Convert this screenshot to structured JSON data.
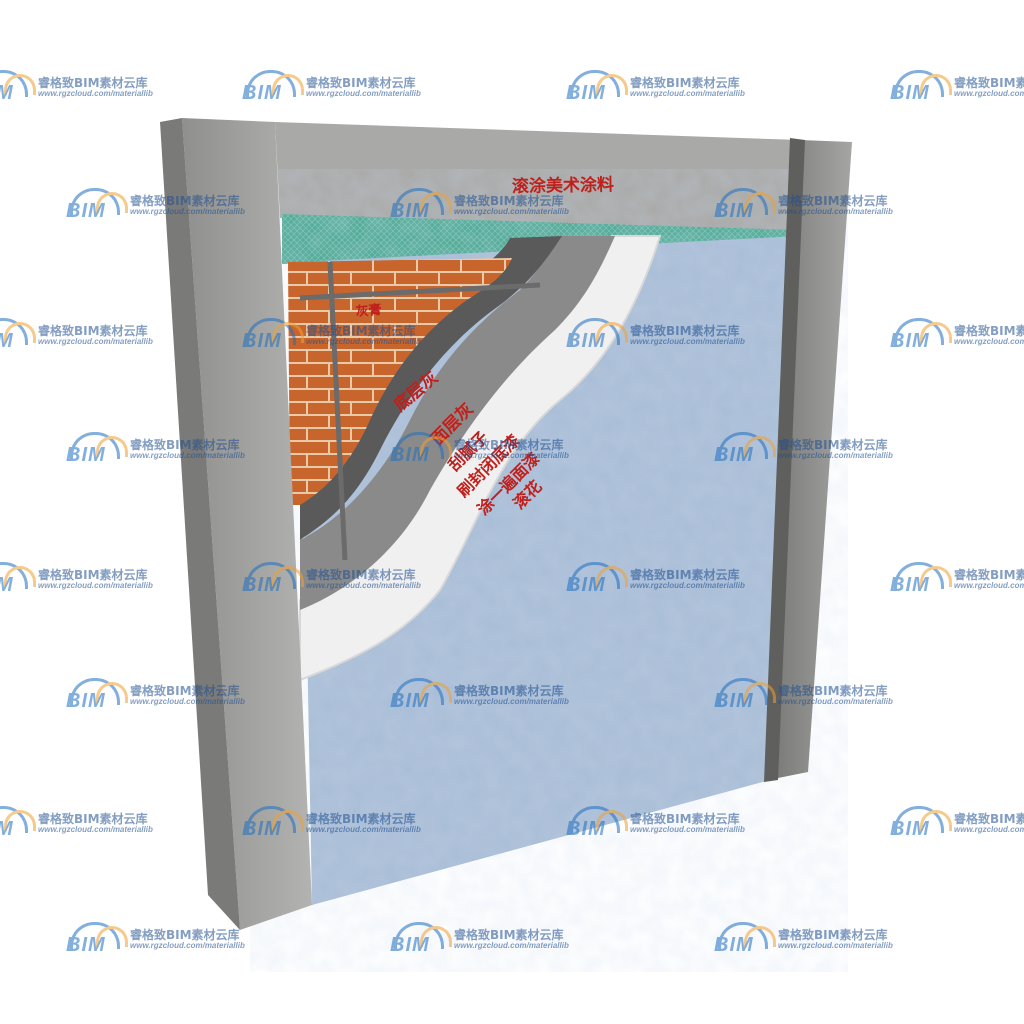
{
  "labels": {
    "top": "滚涂美术涂料",
    "brick": "灰膏",
    "base_plaster": "底层灰",
    "finish_plaster": "面层灰",
    "putty_1": "刮腻子",
    "putty_2": "刷封闭底漆",
    "putty_3": "涂一遍面漆",
    "putty_4": "滚花"
  },
  "watermark": {
    "logo_text": "BIM",
    "name": "睿格致BIM素材云库",
    "url": "www.rgzcloud.com/materiallib"
  },
  "colors": {
    "concrete": "#a9a9a7",
    "mesh": "#4fa894",
    "brick": "#c8652c",
    "mortar": "#e8c9a8",
    "plaster_dark": "#5a5a5a",
    "plaster_mid": "#8a8a8a",
    "putty": "#f0f0f0",
    "finish": "#a9bdd6",
    "label": "#c0201c",
    "watermark_blue": "#1f6fc0",
    "watermark_orange": "#f0a030"
  }
}
